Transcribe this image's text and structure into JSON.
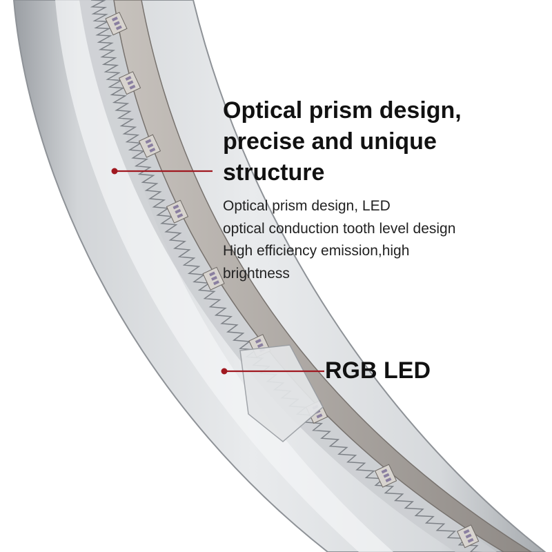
{
  "callouts": {
    "prism": {
      "headline_lines": [
        "Optical prism design,",
        "precise and unique",
        "structure"
      ],
      "body_lines": [
        "Optical prism design, LED",
        "optical conduction tooth level design",
        "High efficiency emission,high",
        "brightness"
      ]
    },
    "led": {
      "label": "RGB LED"
    }
  },
  "colors": {
    "leader_line": "#a01820",
    "text": "#111111",
    "background": "#ffffff"
  }
}
